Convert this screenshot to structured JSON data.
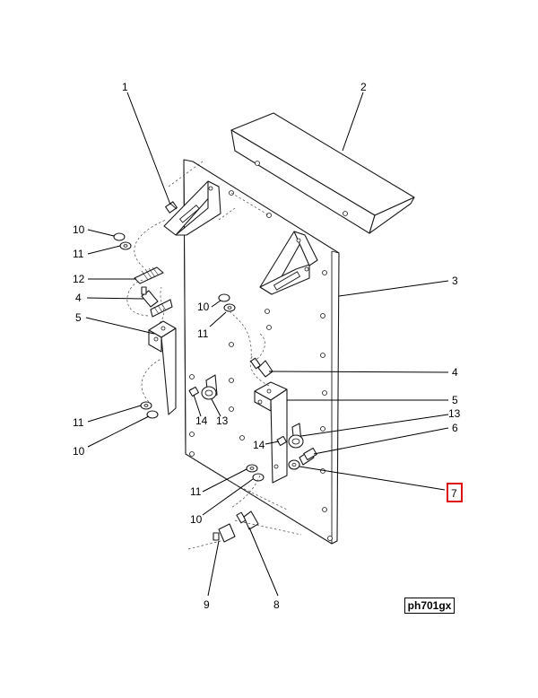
{
  "callouts": {
    "c1": "1",
    "c2": "2",
    "c3": "3",
    "c4a": "4",
    "c4b": "4",
    "c5a": "5",
    "c5b": "5",
    "c6": "6",
    "c7": "7",
    "c8": "8",
    "c9": "9",
    "c10a": "10",
    "c10b": "10",
    "c10c": "10",
    "c10d": "10",
    "c11a": "11",
    "c11b": "11",
    "c11c": "11",
    "c11d": "11",
    "c12": "12",
    "c13a": "13",
    "c13b": "13",
    "c14a": "14",
    "c14b": "14"
  },
  "reference_code": "ph701gx",
  "highlight": {
    "callout": "7",
    "color": "#e01010"
  }
}
